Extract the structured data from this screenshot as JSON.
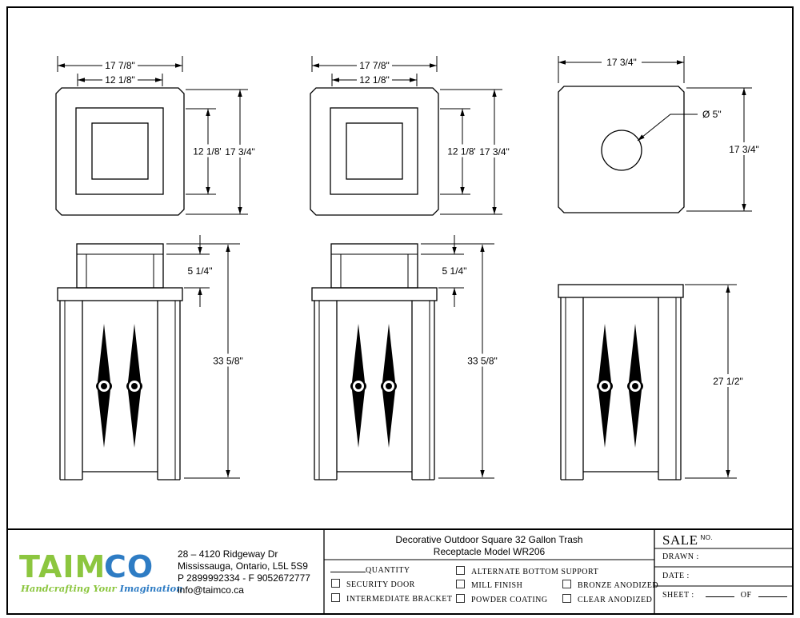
{
  "views": {
    "top_1": {
      "width_outer": "17 7/8\"",
      "width_inner": "12 1/8\"",
      "height_inner": "12 1/8\"",
      "height_outer": "17 3/4\""
    },
    "top_2": {
      "width_outer": "17 7/8\"",
      "width_inner": "12 1/8\"",
      "height_inner": "12 1/8\"",
      "height_outer": "17 3/4\""
    },
    "top_3": {
      "width": "17 3/4\"",
      "hole_diameter": "Ø 5\"",
      "height": "17 3/4\""
    },
    "front_1": {
      "lid_height": "5 1/4\"",
      "total_height": "33 5/8\""
    },
    "front_2": {
      "lid_height": "5 1/4\"",
      "total_height": "33 5/8\""
    },
    "front_3": {
      "total_height": "27 1/2\""
    }
  },
  "company": {
    "logo_text": "TAIMCO",
    "tagline": "Handcrafting Your Imagination",
    "address_1": "28 – 4120 Ridgeway Dr",
    "address_2": "Mississauga, Ontario, L5L 5S9",
    "phone_fax": "P 2899992334 - F 9052672777",
    "email": "info@taimco.ca",
    "colors": {
      "green": "#8cc63f",
      "blue": "#2e7cc4"
    }
  },
  "title": {
    "line1": "Decorative Outdoor Square 32 Gallon Trash",
    "line2": "Receptacle Model WR206"
  },
  "options": {
    "quantity_label": "QUANTITY",
    "security_door": "SECURITY DOOR",
    "intermediate_bracket": "INTERMEDIATE BRACKET",
    "alternate_bottom_support": "ALTERNATE BOTTOM SUPPORT",
    "mill_finish": "MILL FINISH",
    "powder_coating": "POWDER COATING",
    "bronze_anodized": "BRONZE ANODIZED",
    "clear_anodized": "CLEAR ANODIZED"
  },
  "info": {
    "sale": "SALE",
    "no": "NO.",
    "drawn": "DRAWN :",
    "date": "DATE :",
    "sheet": "SHEET :",
    "of": "OF"
  }
}
